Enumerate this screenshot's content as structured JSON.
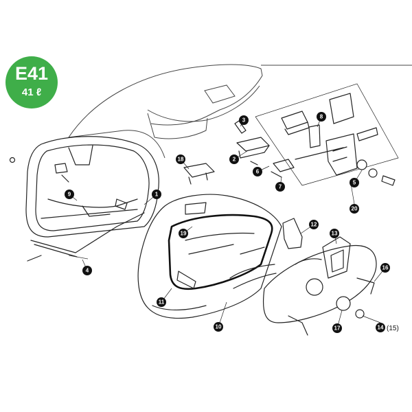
{
  "badge": {
    "code": "E41",
    "volume": "41 ℓ",
    "color": "#3fae49"
  },
  "callouts": [
    {
      "id": "1",
      "label": "1"
    },
    {
      "id": "2",
      "label": "2"
    },
    {
      "id": "3",
      "label": "3"
    },
    {
      "id": "4",
      "label": "4"
    },
    {
      "id": "5",
      "label": "5"
    },
    {
      "id": "6",
      "label": "6"
    },
    {
      "id": "7",
      "label": "7"
    },
    {
      "id": "8",
      "label": "8"
    },
    {
      "id": "9",
      "label": "9"
    },
    {
      "id": "10",
      "label": "10"
    },
    {
      "id": "11",
      "label": "11"
    },
    {
      "id": "12",
      "label": "12"
    },
    {
      "id": "13",
      "label": "13"
    },
    {
      "id": "14",
      "label": "14"
    },
    {
      "id": "16",
      "label": "16"
    },
    {
      "id": "17",
      "label": "17"
    },
    {
      "id": "18",
      "label": "18"
    },
    {
      "id": "19",
      "label": "19"
    },
    {
      "id": "20",
      "label": "20"
    }
  ],
  "alt_part": "(15)"
}
